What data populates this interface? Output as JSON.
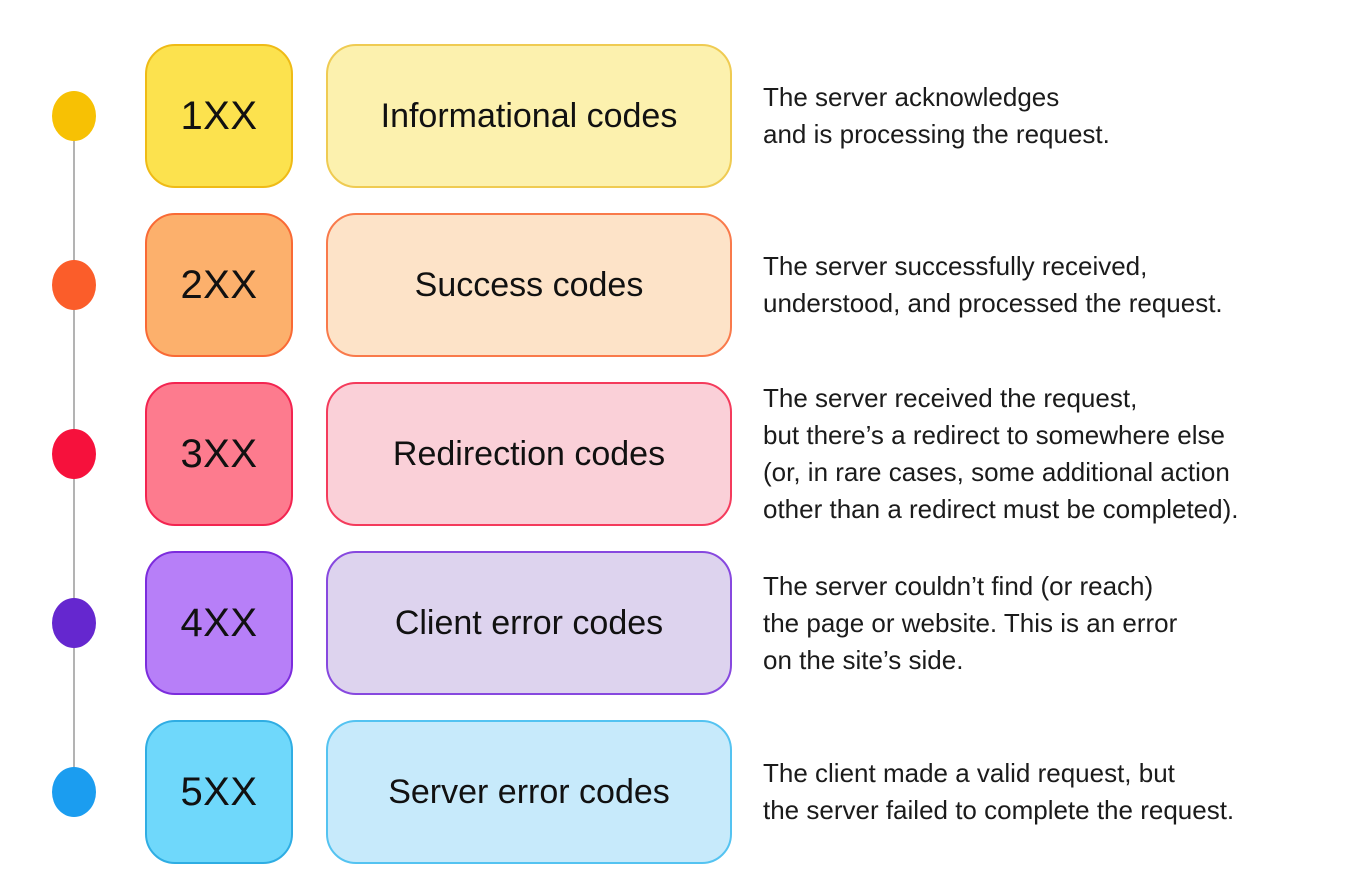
{
  "timeline": {
    "line_color": "#b3b3b3"
  },
  "rows": [
    {
      "code": "1XX",
      "label": "Informational codes",
      "description": "The server acknowledges\nand is processing the request.",
      "colors": {
        "dot": "#f7c104",
        "code_bg": "#fce24e",
        "code_border": "#efbb16",
        "label_bg": "#fcf1ae",
        "label_border": "#efcb52"
      }
    },
    {
      "code": "2XX",
      "label": "Success codes",
      "description": "The server successfully received,\nunderstood, and processed the request.",
      "colors": {
        "dot": "#fb5d2a",
        "code_bg": "#fcb06c",
        "code_border": "#f96a35",
        "label_bg": "#fde3c8",
        "label_border": "#f97a4b"
      }
    },
    {
      "code": "3XX",
      "label": "Redirection codes",
      "description": "The server received the request,\nbut there’s a redirect to somewhere else\n(or, in rare cases, some additional action\nother than a redirect must be completed).",
      "colors": {
        "dot": "#f6113c",
        "code_bg": "#fd7b8e",
        "code_border": "#f32450",
        "label_bg": "#fad0d8",
        "label_border": "#f43b5c"
      }
    },
    {
      "code": "4XX",
      "label": "Client error codes",
      "description": "The server couldn’t find (or reach)\nthe page or website. This is an error\non the site’s side.",
      "colors": {
        "dot": "#6527cf",
        "code_bg": "#b77ff8",
        "code_border": "#7c2cdd",
        "label_bg": "#ddd3ee",
        "label_border": "#8748df"
      }
    },
    {
      "code": "5XX",
      "label": "Server error codes",
      "description": "The client made a valid request, but\nthe server failed to complete the request.",
      "colors": {
        "dot": "#1b9df0",
        "code_bg": "#6fd8fb",
        "code_border": "#2fade3",
        "label_bg": "#c7eafb",
        "label_border": "#54c3f1"
      }
    }
  ]
}
